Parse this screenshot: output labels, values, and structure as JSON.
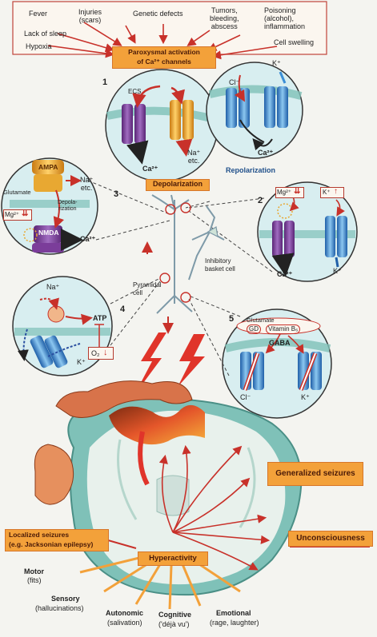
{
  "causes": {
    "fever": "Fever",
    "injuries": "Injuries\n(scars)",
    "genetic": "Genetic defects",
    "tumors": "Tumors,\nbleeding,\nabscess",
    "poisoning": "Poisoning\n(alcohol),\ninflammation",
    "lack_sleep": "Lack of sleep",
    "hypoxia": "Hypoxia",
    "cell_swelling": "Cell swelling"
  },
  "paroxysmal": "Paroxysmal activation\nof Ca²⁺ channels",
  "panel1": {
    "num": "1",
    "ecs": "ECS",
    "ca": "Ca²⁺",
    "na": "Na⁺\netc.",
    "cl": "Cl⁻",
    "k": "K⁺",
    "ca2": "Ca²⁺"
  },
  "depolarization": "Depolarization",
  "repolarization": "Repolarization",
  "panel2": {
    "num": "2",
    "mg": "Mg²⁺",
    "mg_arrows": "⇊",
    "k_box": "K⁺",
    "k_arrow": "↑",
    "ca": "Ca²⁺",
    "k": "K⁺"
  },
  "panel3": {
    "num": "3",
    "ampa": "AMPA",
    "glutamate": "Glutamate",
    "na": "Na⁺\netc.",
    "depol": "Depola-\nrization",
    "mg": "Mg²⁺",
    "mg_arrows": "⇊",
    "nmda": "NMDA",
    "ca": "Ca²⁺"
  },
  "panel4": {
    "num": "4",
    "na": "Na⁺",
    "atp": "ATP",
    "o2": "O₂",
    "o2_arrow": "↓",
    "k": "K⁺"
  },
  "panel5": {
    "num": "5",
    "glutamate": "Glutamate",
    "gd": "GD",
    "vitamin": "Vitamin B₆",
    "gaba": "GABA",
    "cl": "Cl⁻",
    "k": "K⁺"
  },
  "neuron": {
    "inhibitory": "Inhibitory\nbasket cell",
    "pyramidal": "Pyramidal\ncell"
  },
  "outcomes": {
    "generalized": "Generalized seizures",
    "unconsciousness": "Unconsciousness",
    "localized": "Localized seizures\n(e.g. Jacksonian epilepsy)",
    "hyperactivity": "Hyperactivity",
    "motor": "Motor",
    "motor_sub": "(fits)",
    "sensory": "Sensory",
    "sensory_sub": "(hallucinations)",
    "autonomic": "Autonomic",
    "autonomic_sub": "(salivation)",
    "cognitive": "Cognitive",
    "cognitive_sub": "('déjà vu')",
    "emotional": "Emotional",
    "emotional_sub": "(rage, laughter)"
  },
  "colors": {
    "orange": "#f3a13a",
    "red": "#c8312a",
    "purple": "#7b3d9a",
    "blue": "#3b8fd6",
    "cell_bg": "#d8eef0",
    "cortex": "#7fc1b8"
  }
}
